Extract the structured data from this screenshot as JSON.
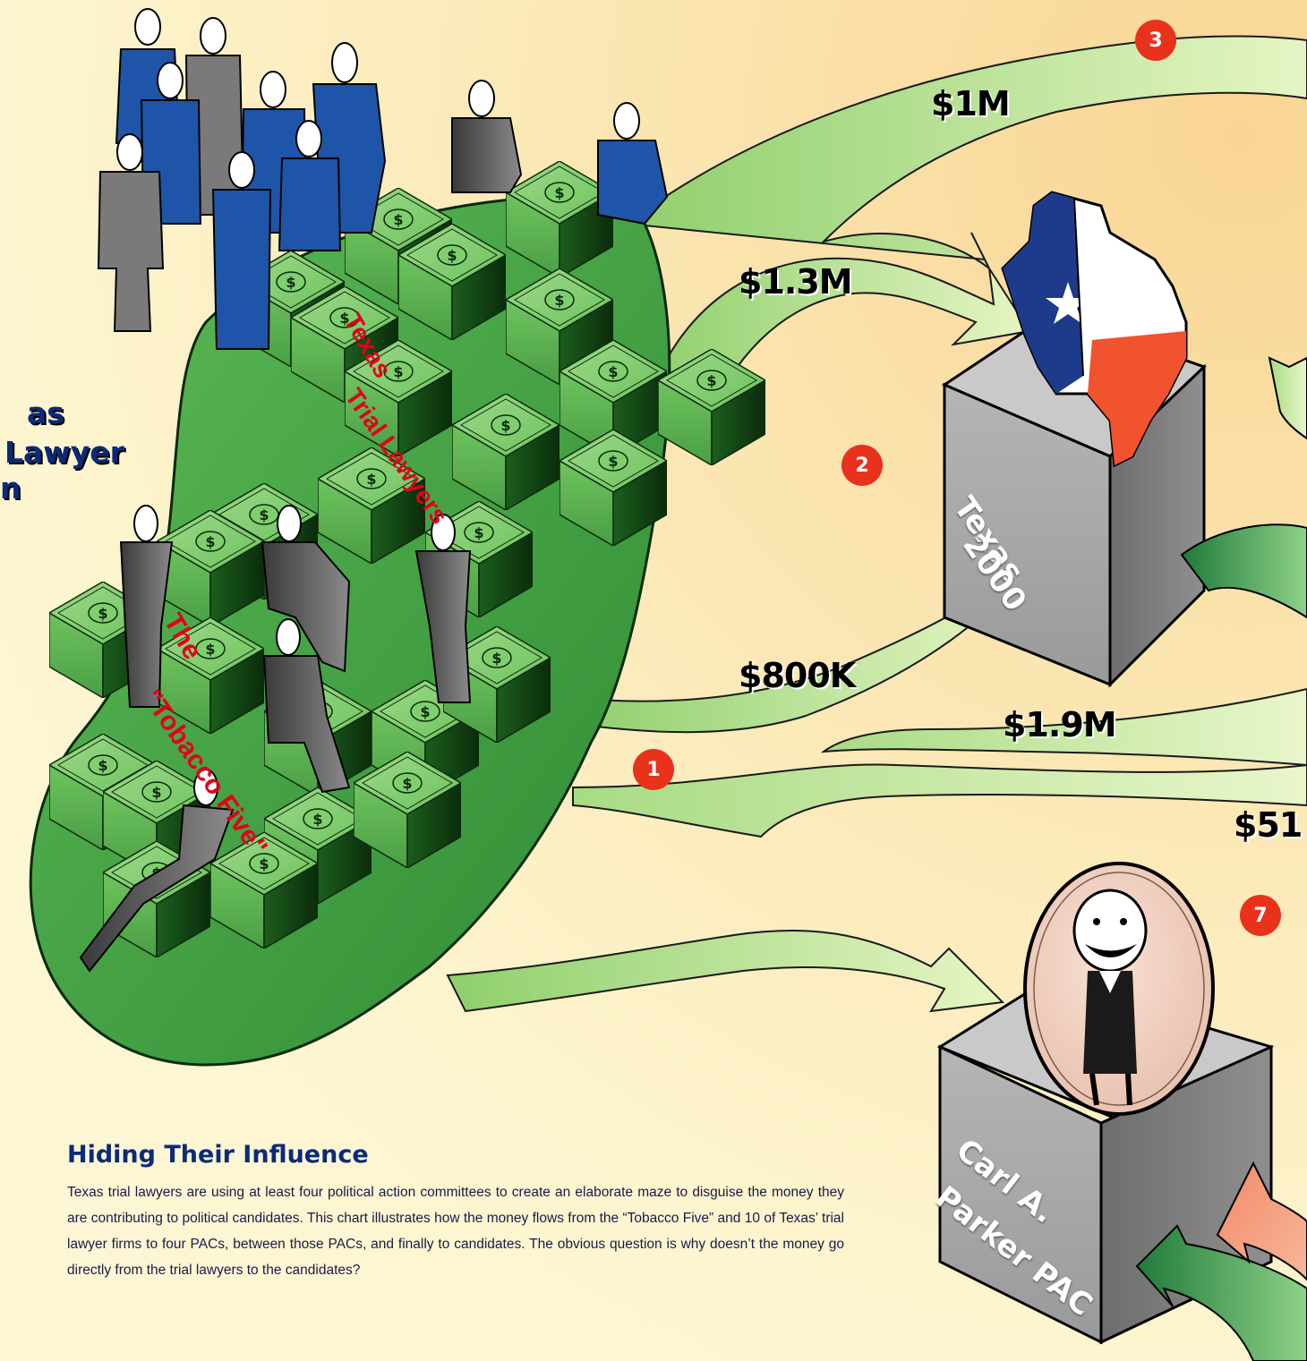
{
  "title_fragments": [
    "as",
    "Lawyer",
    "n"
  ],
  "amounts": {
    "a1m": "$1M",
    "a13m": "$1.3M",
    "a800k": "$800K",
    "a19m": "$1.9M",
    "a51": "$51"
  },
  "badges": [
    "1",
    "2",
    "3",
    "7"
  ],
  "boxes": {
    "texas2000": [
      "Texas",
      "2000"
    ],
    "parker": [
      "Carl A.",
      "Parker PAC"
    ]
  },
  "cube_labels": {
    "trial": [
      "Texas",
      "Trial Lawyers"
    ],
    "tobacco": [
      "The",
      "\"Tobacco Five\""
    ]
  },
  "article": {
    "heading": "Hiding Their Influence",
    "body": "Texas trial lawyers are using at least four political action committees to create an elaborate maze to disguise the money they are contributing to political candidates. This chart illustrates how the money flows from the “Tobacco Five” and 10 of Texas’ trial lawyer firms to four PACs, between those PACs, and finally to candidates. The obvious question is why doesn’t the money go directly from the trial lawyers to the candidates?"
  },
  "colors": {
    "flow_arrow": "#cbe9a0",
    "money_cube": "#4fa847",
    "badge": "#e8321b",
    "heading": "#0a2a7a",
    "label_red": "#e3001b",
    "pac_box": "#9a9a9a"
  },
  "icons": [
    "dollar-sign-icon",
    "texas-flag-map-icon",
    "smiling-man-cartoon-icon",
    "business-person-icon"
  ]
}
